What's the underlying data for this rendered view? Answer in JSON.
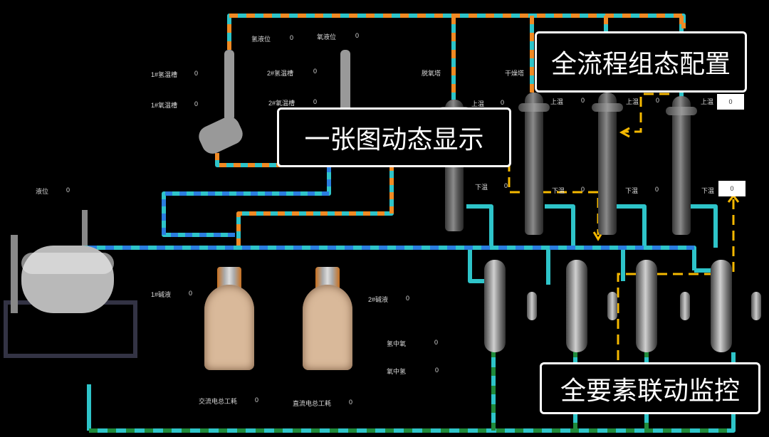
{
  "callouts": {
    "config": "全流程组态配置",
    "display": "一张图动态显示",
    "monitor": "全要素联动监控"
  },
  "labels": {
    "h2_level": {
      "label": "氢液位",
      "value": "0"
    },
    "o2_level": {
      "label": "氧液位",
      "value": "0"
    },
    "h2_tank1": {
      "label": "1#氢温槽",
      "value": "0"
    },
    "o2_tank1": {
      "label": "1#氧温槽",
      "value": "0"
    },
    "h2_tank2": {
      "label": "2#氢温槽",
      "value": "0"
    },
    "o2_tank2": {
      "label": "2#氧温槽",
      "value": "0"
    },
    "deoxy": "脱氧塔",
    "dryer": "干燥塔",
    "level": {
      "label": "液位",
      "value": "0"
    },
    "lye1": {
      "label": "1#碱液",
      "value": "0"
    },
    "lye2": {
      "label": "2#碱液",
      "value": "0"
    },
    "o2_in_h2": {
      "label": "氢中氧",
      "value": "0"
    },
    "h2_in_o2": {
      "label": "氧中氢",
      "value": "0"
    },
    "ac_power": {
      "label": "交流电总工耗",
      "value": "0"
    },
    "dc_power": {
      "label": "直流电总工耗",
      "value": "0"
    }
  },
  "towers": [
    {
      "upper_label": "上温",
      "upper_value": "0",
      "lower_label": "下温",
      "lower_value": "0"
    },
    {
      "upper_label": "上温",
      "upper_value": "0",
      "lower_label": "下温",
      "lower_value": "0"
    },
    {
      "upper_label": "上温",
      "upper_value": "0",
      "lower_label": "下温",
      "lower_value": "0"
    },
    {
      "upper_label": "上温",
      "upper_value": "0",
      "lower_label": "下温",
      "lower_value": "0"
    }
  ],
  "colors": {
    "pipe": "#2ec4c9",
    "orange": "#f08a24",
    "blue": "#2a7de0",
    "green": "#1f8a3a",
    "dash": "#f5b800"
  }
}
